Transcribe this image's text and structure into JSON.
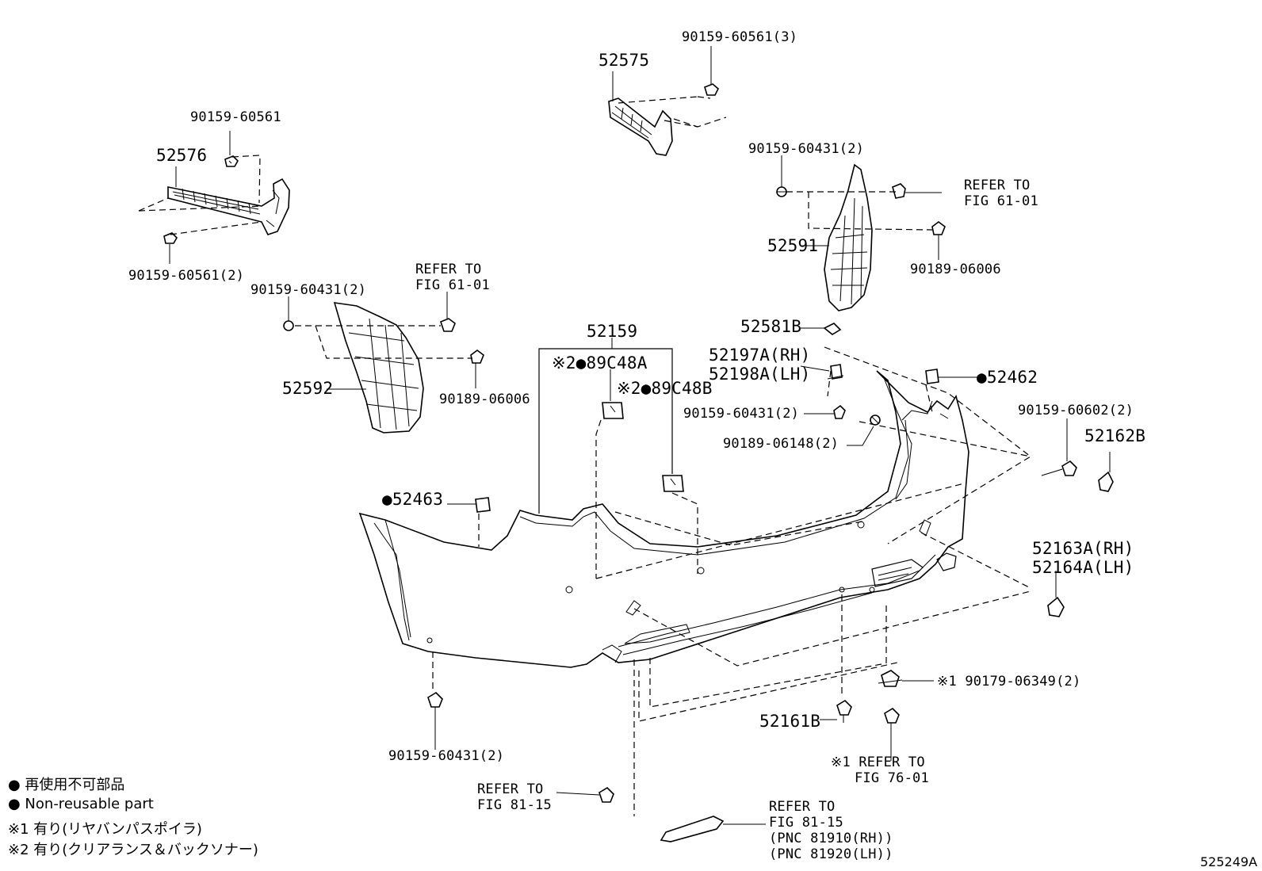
{
  "labels": {
    "p90159_60561_3": "90159-60561(3)",
    "p52575": "52575",
    "p90159_60561": "90159-60561",
    "p52576": "52576",
    "p90159_60561_2": "90159-60561(2)",
    "p90159_60431_2_right": "90159-60431(2)",
    "refer_61_01_right_1": "REFER TO",
    "refer_61_01_right_2": "FIG 61-01",
    "p52591": "52591",
    "p90189_06006_right": "90189-06006",
    "refer_61_01_left_1": "REFER TO",
    "refer_61_01_left_2": "FIG 61-01",
    "p90159_60431_2_left": "90159-60431(2)",
    "p52592": "52592",
    "p90189_06006_left": "90189-06006",
    "p52159": "52159",
    "p89c48a": "※2●89C48A",
    "p89c48b": "※2●89C48B",
    "p52581b": "52581B",
    "p52197a": "52197A(RH)",
    "p52198a": "52198A(LH)",
    "p52462": "●52462",
    "p90159_60431_2_mid": "90159-60431(2)",
    "p90159_60602_2": "90159-60602(2)",
    "p90189_06148_2": "90189-06148(2)",
    "p52162b": "52162B",
    "p52463": "●52463",
    "p52163a": "52163A(RH)",
    "p52164a": "52164A(LH)",
    "p90179_06349_2": "※1 90179-06349(2)",
    "p52161b": "52161B",
    "p90159_60431_2_bottom": "90159-60431(2)",
    "refer_76_01_1": "※1 REFER TO",
    "refer_76_01_2": "FIG 76-01",
    "refer_81_15_left_1": "REFER TO",
    "refer_81_15_left_2": "FIG 81-15",
    "refer_81_15_right_1": "REFER TO",
    "refer_81_15_right_2": "FIG 81-15",
    "refer_81_15_right_3": "(PNC 81910(RH))",
    "refer_81_15_right_4": "(PNC 81920(LH))"
  },
  "legend": {
    "line1": "● 再使用不可部品",
    "line2": "● Non-reusable part",
    "line3": "※1 有り(リヤバンパスポイラ)",
    "line4": "※2 有り(クリアランス＆バックソナー)"
  },
  "figure_ref": "525249A"
}
